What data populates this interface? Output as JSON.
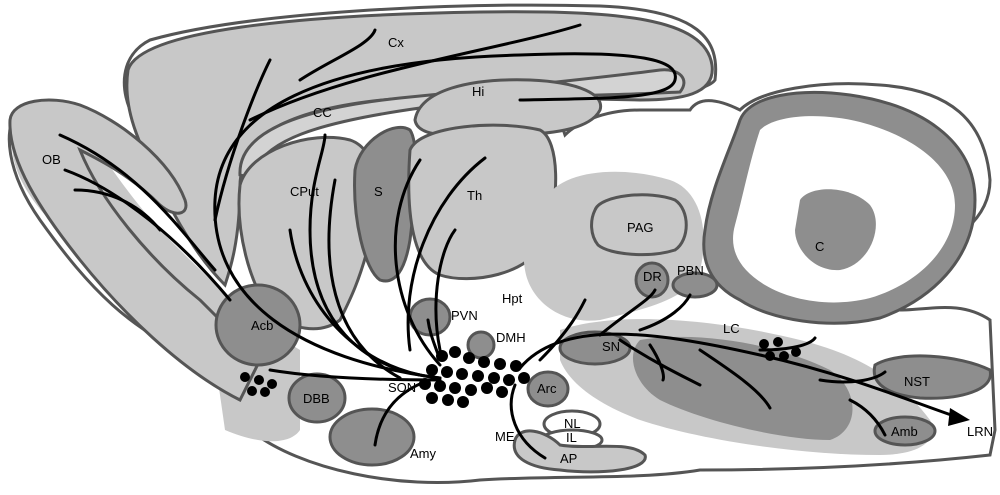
{
  "labels": {
    "cx": "Cx",
    "cc": "CC",
    "hi": "Hi",
    "ob": "OB",
    "cput": "CPut",
    "s": "S",
    "th": "Th",
    "pag": "PAG",
    "c": "C",
    "dr": "DR",
    "pbn": "PBN",
    "hpt": "Hpt",
    "pvn": "PVN",
    "dmh": "DMH",
    "acb": "Acb",
    "son": "SON",
    "dbb": "DBB",
    "amy": "Amy",
    "sn": "SN",
    "lc": "LC",
    "arc": "Arc",
    "nl": "NL",
    "il": "IL",
    "me": "ME",
    "ap": "AP",
    "nst": "NST",
    "amb": "Amb",
    "lrn": "LRN"
  }
}
